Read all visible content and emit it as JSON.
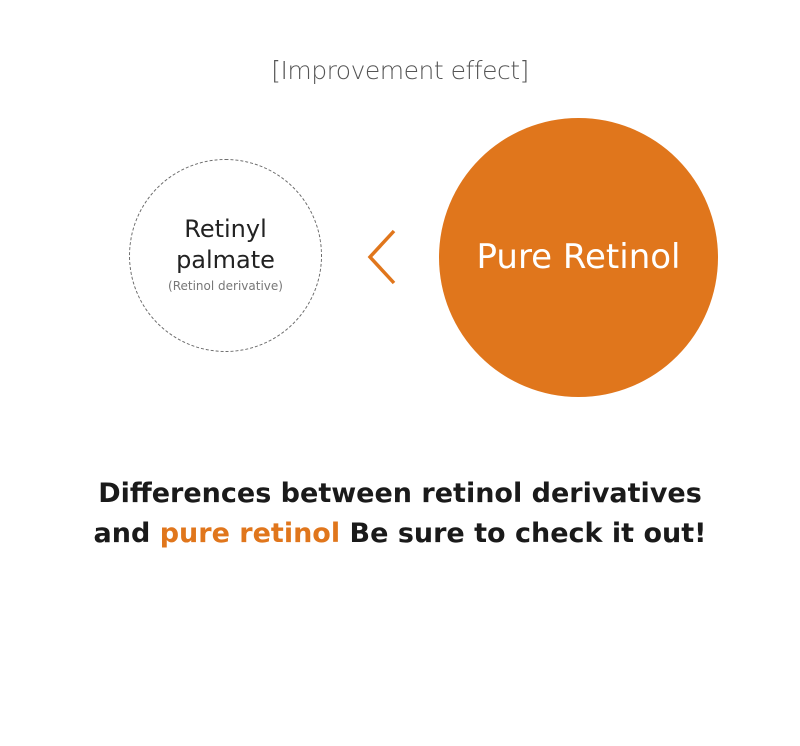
{
  "heading": "[Improvement effect]",
  "derivative": {
    "name_line1": "Retinyl",
    "name_line2": "palmate",
    "subtitle": "(Retinol derivative)"
  },
  "comparison_icon": "chevron-left-icon",
  "pure": {
    "label": "Pure Retinol"
  },
  "tagline": {
    "line1": "Differences between retinol derivatives",
    "line2_prefix": "and ",
    "line2_highlight": "pure retinol",
    "line2_suffix": " Be sure to check it out!"
  },
  "colors": {
    "accent": "#e0761c",
    "text": "#1a1a1a",
    "muted": "#777777"
  }
}
